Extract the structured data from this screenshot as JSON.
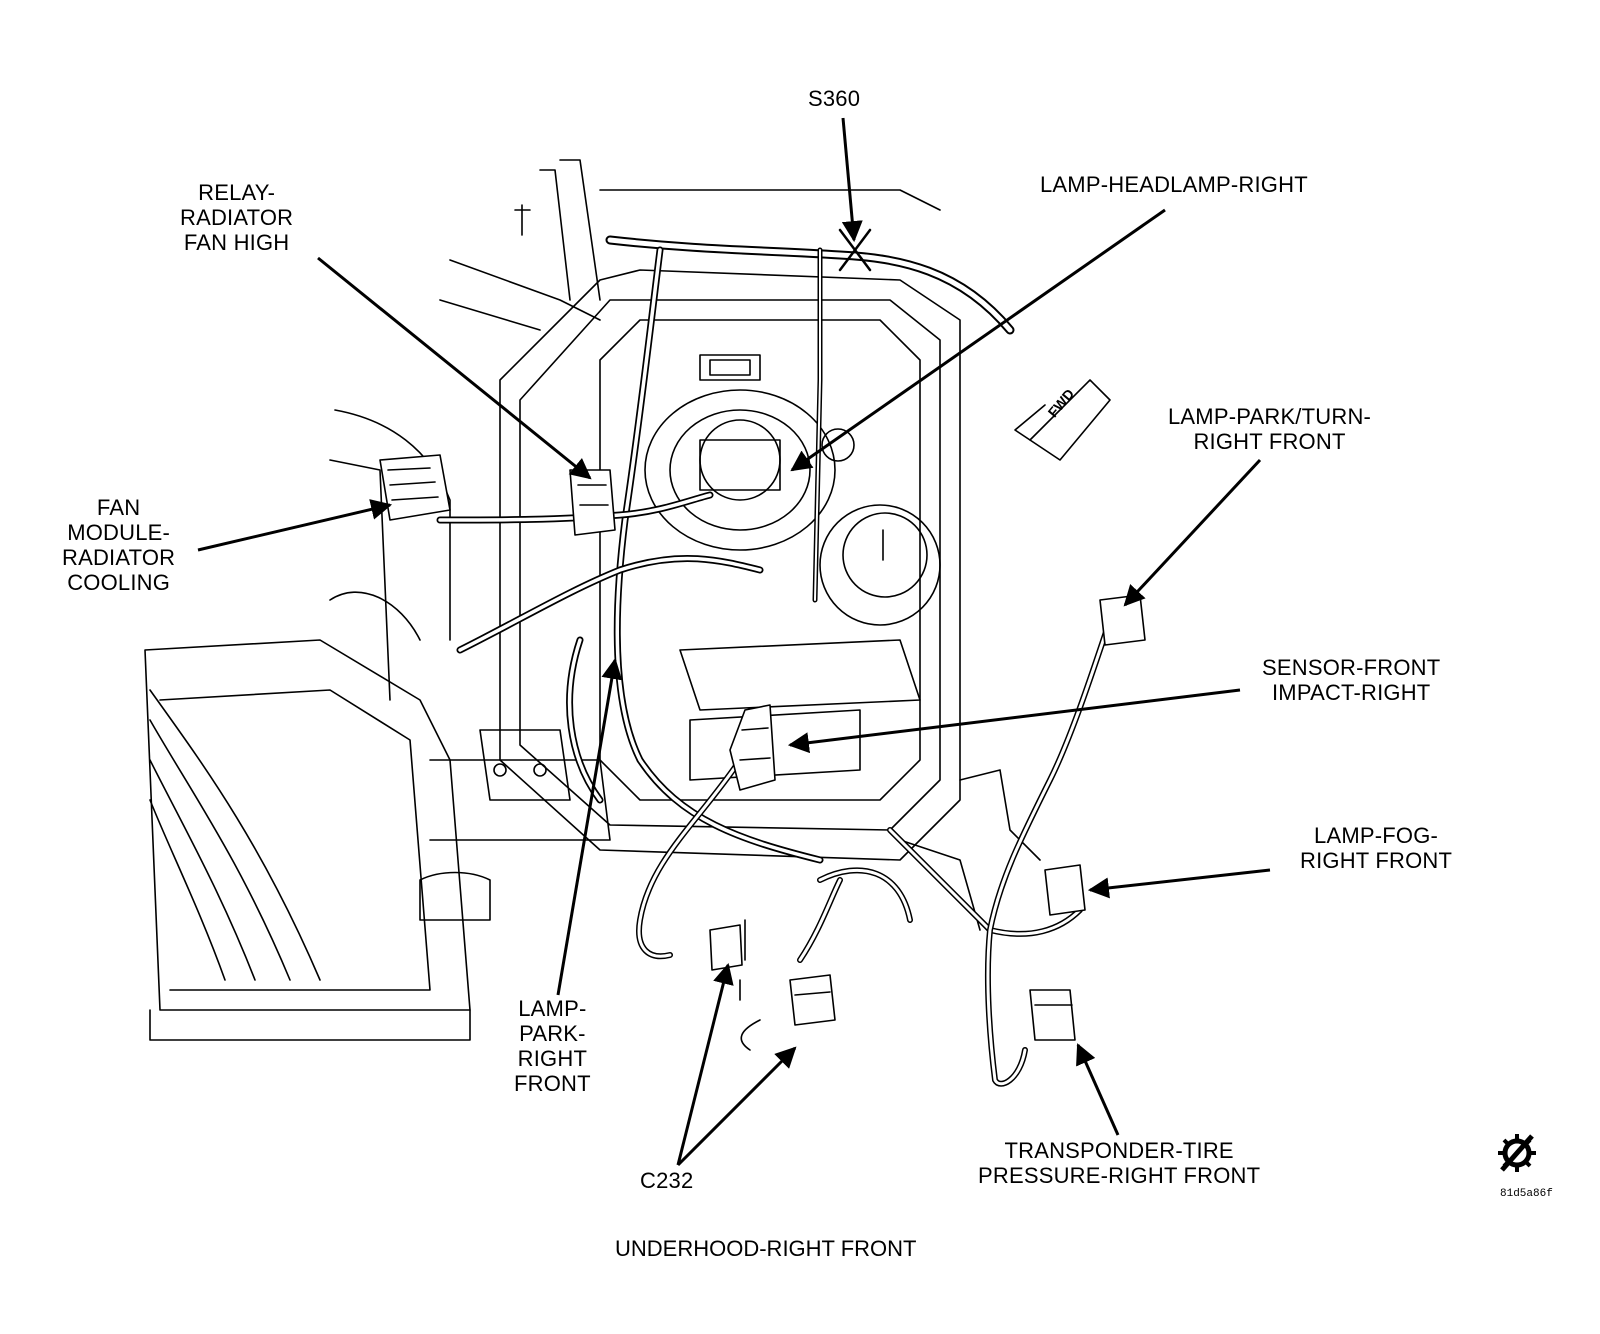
{
  "title": "UNDERHOOD-RIGHT FRONT",
  "reference_code": "81d5a86f",
  "fwd_mark": "FWD",
  "labels": {
    "s360": [
      "S360"
    ],
    "headlamp": [
      "LAMP-HEADLAMP-RIGHT"
    ],
    "relay": [
      "RELAY-",
      "RADIATOR",
      "FAN HIGH"
    ],
    "fan_module": [
      "FAN",
      "MODULE-",
      "RADIATOR",
      "COOLING"
    ],
    "park_turn": [
      "LAMP-PARK/TURN-",
      "RIGHT FRONT"
    ],
    "impact_sensor": [
      "SENSOR-FRONT",
      "IMPACT-RIGHT"
    ],
    "fog": [
      "LAMP-FOG-",
      "RIGHT FRONT"
    ],
    "park": [
      "LAMP-",
      "PARK-",
      "RIGHT",
      "FRONT"
    ],
    "c232": [
      "C232"
    ],
    "transponder": [
      "TRANSPONDER-TIRE",
      "PRESSURE-RIGHT FRONT"
    ]
  },
  "colors": {
    "ink": "#000000",
    "paper": "#ffffff"
  }
}
